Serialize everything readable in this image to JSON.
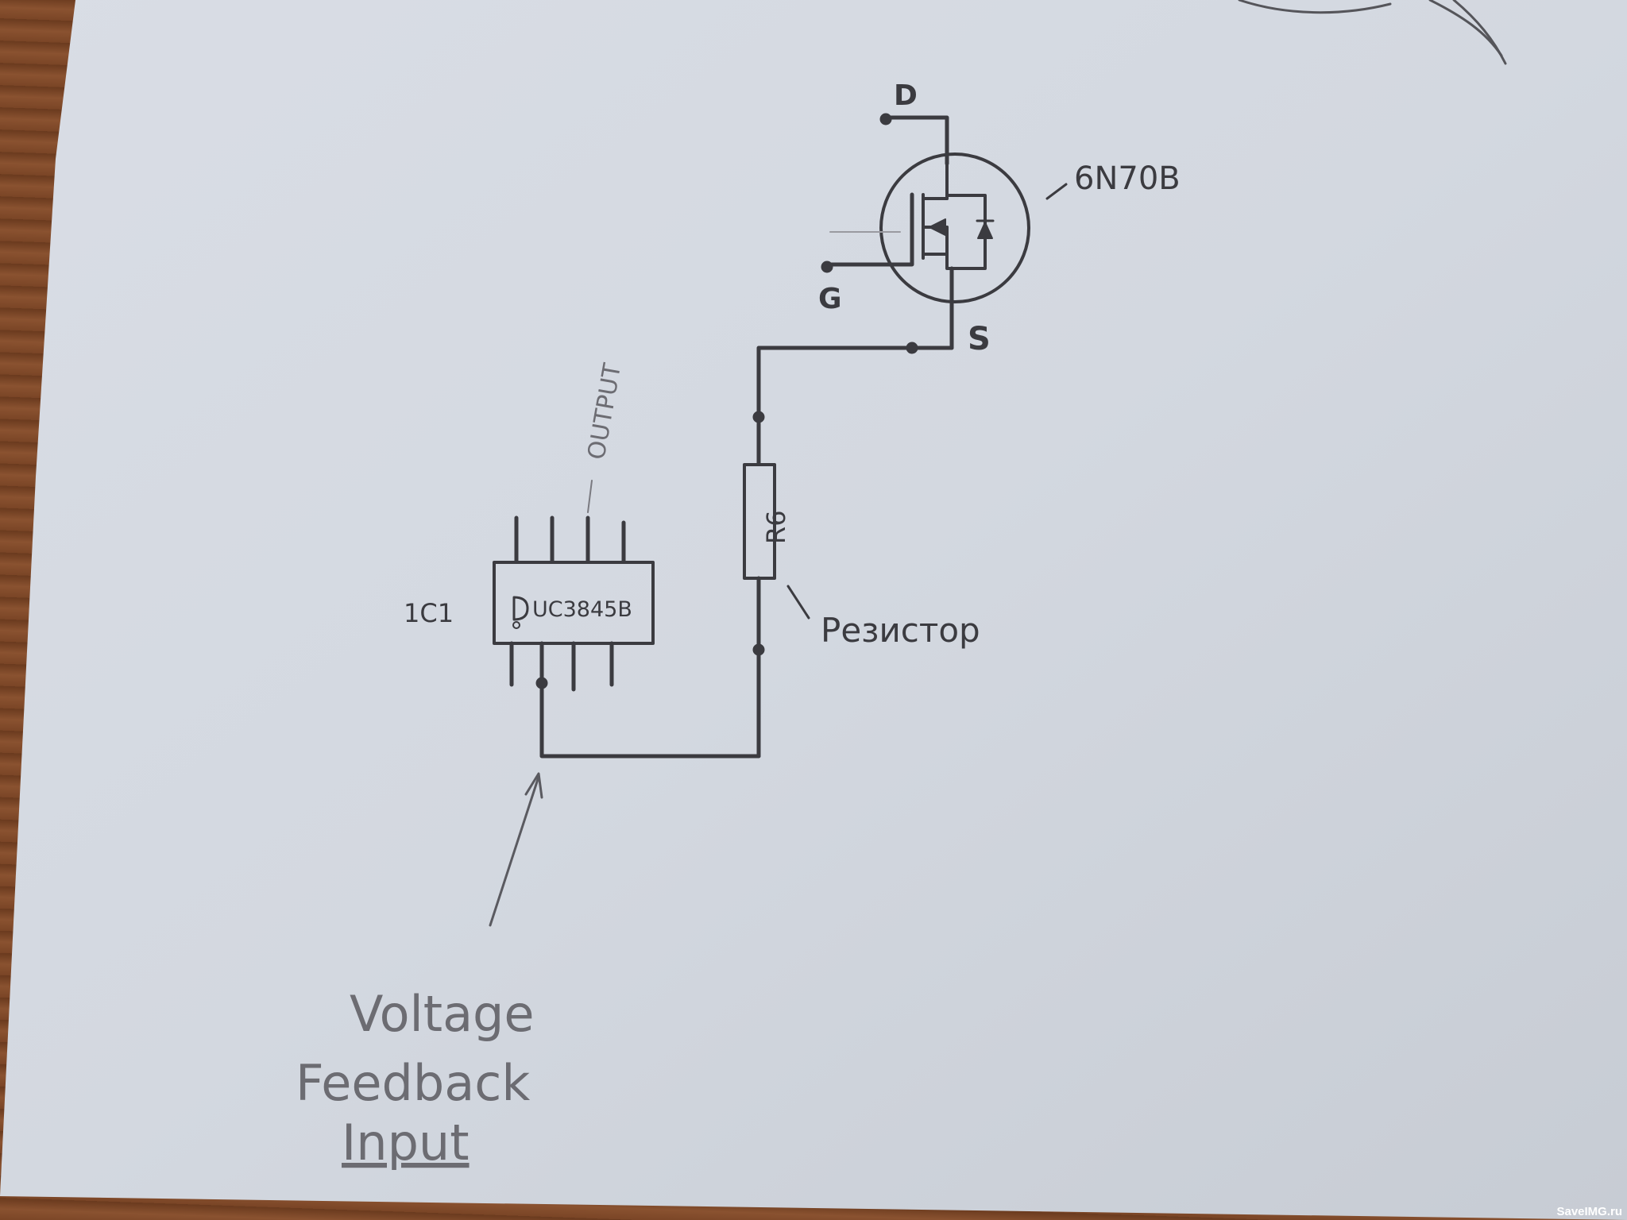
{
  "diagram": {
    "mosfet": {
      "part_number": "6N70B",
      "drain_label": "D",
      "gate_label": "G",
      "source_label": "S"
    },
    "resistor": {
      "designator": "R6",
      "annotation": "Резистор"
    },
    "ic": {
      "designator": "1C1",
      "part_number": "UC3845B",
      "output_pin_label": "OUTPUT"
    },
    "feedback_note": {
      "line1": "Voltage",
      "line2": "Feedback",
      "line3": "Input"
    }
  },
  "watermark": "SaveIMG.ru",
  "colors": {
    "paper": "#d6dbe3",
    "ink": "#3b3b40",
    "desk": "#7a4526"
  }
}
